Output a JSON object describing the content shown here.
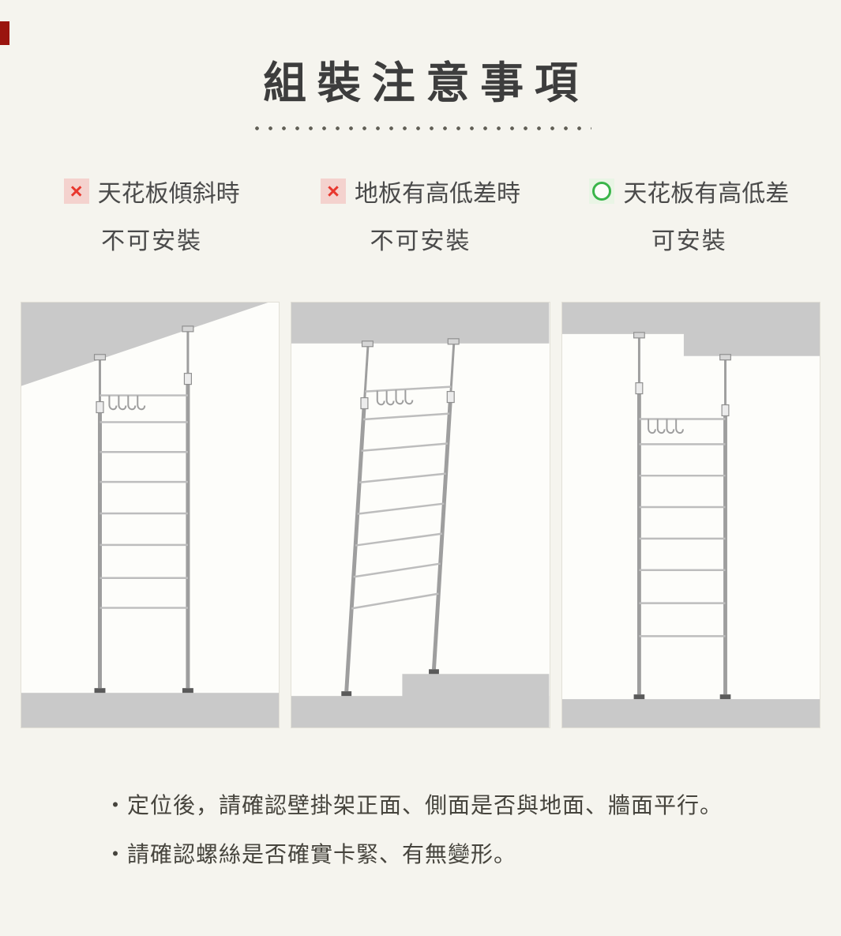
{
  "page": {
    "bg": "#f5f4ee",
    "corner_mark_color": "#9a140e"
  },
  "title": {
    "text": "組裝注意事項"
  },
  "icons": {
    "cross_glyph": "×",
    "cross_color": "#e8372e",
    "cross_bg": "#f4d2ce",
    "circle_color": "#3ab54a",
    "circle_bg": "#e9f5e5"
  },
  "conditions": [
    {
      "type": "cross",
      "line1": "天花板傾斜時",
      "line2": "不可安裝"
    },
    {
      "type": "cross",
      "line1": "地板有高低差時",
      "line2": "不可安裝"
    },
    {
      "type": "circle",
      "line1": "天花板有高低差",
      "line2": "可安裝"
    }
  ],
  "panels": [
    {
      "scene": "slanted-ceiling-rack-not-installable"
    },
    {
      "scene": "uneven-floor-rack-not-installable"
    },
    {
      "scene": "stepped-ceiling-rack-installable"
    }
  ],
  "notes": {
    "items": [
      "・定位後，請確認壁掛架正面、側面是否與地面、牆面平行。",
      "・請確認螺絲是否確實卡緊、有無變形。"
    ]
  }
}
